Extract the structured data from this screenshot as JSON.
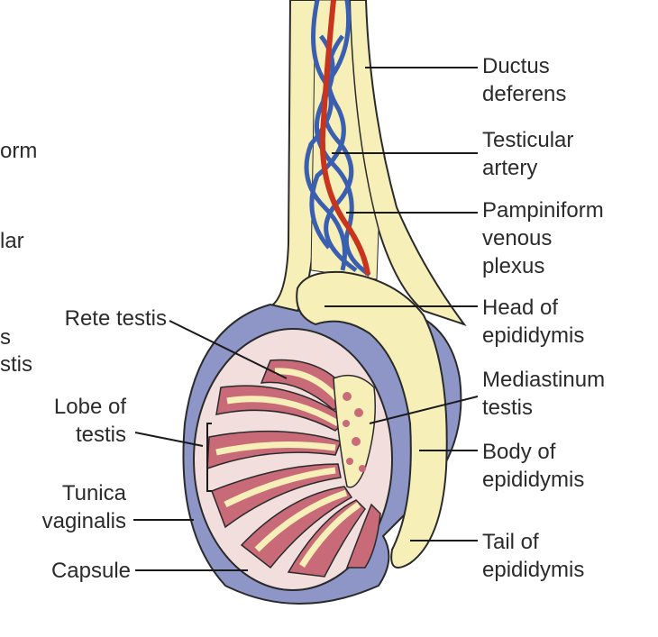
{
  "labels_right": {
    "ductus_deferens": "Ductus\ndeferens",
    "testicular_artery": "Testicular\nartery",
    "pampiniform": "Pampiniform\nvenous\nplexus",
    "head_epididymis": "Head of\nepididymis",
    "mediastinum": "Mediastinum\ntestis",
    "body_epididymis": "Body of\nepididymis",
    "tail_epididymis": "Tail of\nepididymis"
  },
  "labels_left": {
    "rete_testis": "Rete testis",
    "lobe_of_testis": "Lobe of\ntestis",
    "tunica_vaginalis": "Tunica\nvaginalis",
    "capsule": "Capsule"
  },
  "labels_cut": {
    "orm": "orm",
    "lar": "lar",
    "s_stis": "s\nstis"
  },
  "colors": {
    "cream": "#f6efb8",
    "outline": "#2a2a2a",
    "vein": "#3a5fb0",
    "artery": "#c8341e",
    "lobule": "#c96a78",
    "tunica": "#8d96c6",
    "testis_bg": "#f3dede"
  }
}
